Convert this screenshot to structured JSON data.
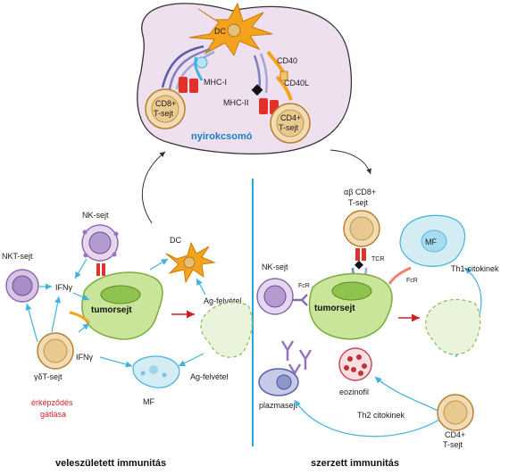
{
  "lymph_node": {
    "label": "nyirokcsomó",
    "dc": "DC",
    "mhc1": "MHC-I",
    "mhc2": "MHC-II",
    "cd40": "CD40",
    "cd40l": "CD40L",
    "cd8_cell": [
      "CD8+",
      "T-sejt"
    ],
    "cd4_cell": [
      "CD4+",
      "T-sejt"
    ]
  },
  "innate": {
    "nk": "NK-sejt",
    "nkt": "NKT-sejt",
    "ifng1": "IFNγ",
    "ifng2": "IFNγ",
    "gd_t": "γδT-sejt",
    "tumor": "tumorsejt",
    "dc": "DC",
    "ag1": "Ag-felvétel",
    "ag2": "Ag-felvétel",
    "mf": "MF",
    "angio": [
      "érképződés",
      "gátlása"
    ],
    "footer": "veleszületett immunitás"
  },
  "adaptive": {
    "ab_cd8": [
      "αβ CD8+",
      "T-sejt"
    ],
    "tcr": "TCR",
    "mf": "MF",
    "nk": "NK-sejt",
    "fcr1": "FcR",
    "fcr2": "FcR",
    "th1": "Th1-citokinek",
    "tumor": "tumorsejt",
    "plasma": "plazmasejt",
    "eos": "eozinofil",
    "th2": "Th2 citokinek",
    "cd4": [
      "CD4+",
      "T-sejt"
    ],
    "footer": "szerzett immunitás"
  },
  "colors": {
    "lymph_node_fill": "#efe0f0",
    "dc_orange": "#f4a31f",
    "tumor_green": "#c9e59a",
    "arrow_blue": "#3fb2dd",
    "divider": "#28a6d9",
    "red_arrow": "#d21f2a"
  }
}
